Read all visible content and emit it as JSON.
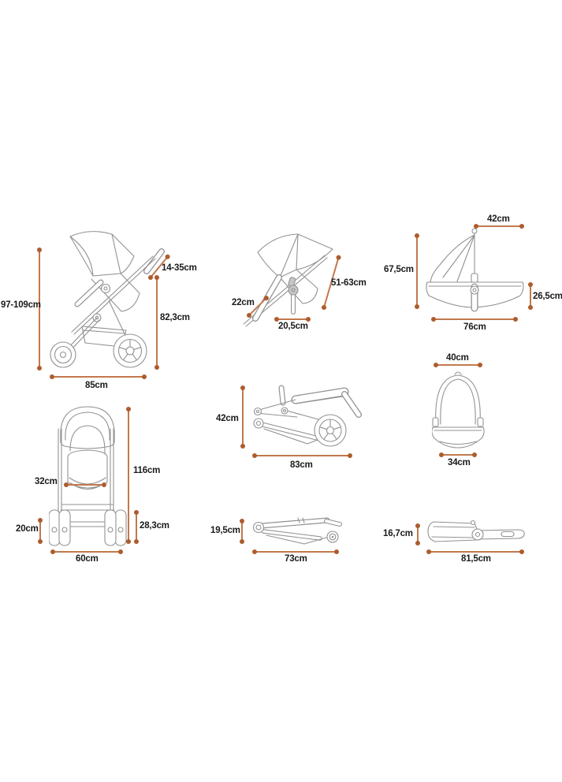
{
  "meta": {
    "description": "Stroller, seat and carrycot dimensions diagram",
    "unit": "cm"
  },
  "colors": {
    "dimension_line": "#c2794d",
    "dimension_dot": "#ad5c2e",
    "artwork_stroke": "#929292",
    "label_text": "#1b1b1b",
    "background": "#ffffff"
  },
  "views": {
    "stroller_side": {
      "label": "stroller-side-view",
      "dims": {
        "total_height": "97-109cm",
        "handle_adjustment": "14-35cm",
        "handle_height": "82,3cm",
        "length": "85cm"
      }
    },
    "seat_unit_side": {
      "label": "seat-unit-side-view",
      "dims": {
        "seat_depth": "22cm",
        "backrest_length": "51-63cm",
        "seat_base": "20,5cm"
      }
    },
    "carrycot_side": {
      "label": "carrycot-side-view",
      "dims": {
        "hood_width": "42cm",
        "total_height": "67,5cm",
        "tub_height": "26,5cm",
        "length": "76cm"
      }
    },
    "folded_with_wheels": {
      "label": "folded-stroller-with-wheels",
      "dims": {
        "height": "42cm",
        "length": "83cm"
      }
    },
    "seat_front": {
      "label": "seat-front-view",
      "dims": {
        "outer_width": "40cm",
        "base_width": "34cm"
      }
    },
    "stroller_front": {
      "label": "stroller-front-view",
      "dims": {
        "seat_width": "32cm",
        "total_height": "116cm",
        "wheel_height": "20cm",
        "chassis_height": "28,3cm",
        "total_width": "60cm"
      }
    },
    "folded_chassis": {
      "label": "folded-chassis-no-wheels",
      "dims": {
        "height": "19,5cm",
        "length": "73cm"
      }
    },
    "folded_carrycot": {
      "label": "folded-carrycot",
      "dims": {
        "height": "16,7cm",
        "length": "81,5cm"
      }
    }
  }
}
